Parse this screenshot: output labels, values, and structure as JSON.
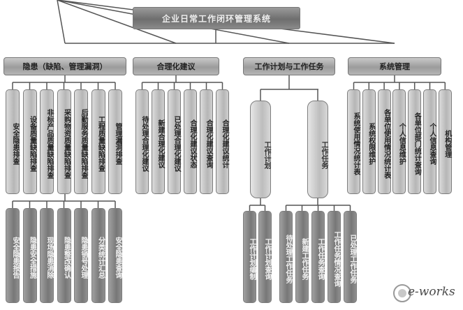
{
  "root": "企业日常工作闭环管理系统",
  "modules": {
    "m1": {
      "label": "隐患（缺陷、管理漏洞）",
      "children": [
        "安全隐患排查",
        "设备质量缺陷排查",
        "非标产品质量缺陷排查",
        "采购物资质量缺陷排查",
        "后勤服务质量缺陷排查",
        "工程质量缺陷排查",
        "管理漏洞排查"
      ],
      "grandchildren": [
        "安全隐患报告",
        "隐患安全措施",
        "现场隐患消除",
        "隐患整改确认",
        "隐患销号处理",
        "分类统计汇总",
        "安全隐患查询"
      ]
    },
    "m2": {
      "label": "合理化建议",
      "children": [
        "待处理合理化建议",
        "新建合理化建议",
        "已处理合理化建议",
        "合理化建议状态",
        "合理化建议查询",
        "合理化建议统计"
      ]
    },
    "m3": {
      "label": "工作计划与工作任务",
      "children": [
        "工作计划",
        "工作任务"
      ],
      "plan_children": [
        "工作计划编制",
        "工作计划查询"
      ],
      "task_children": [
        "待处理工作任务",
        "新建工作任务",
        "工作任务查询",
        "工作任务情况查询",
        "已处理工作任务"
      ]
    },
    "m4": {
      "label": "系统管理",
      "children": [
        "系统使用情况统计表",
        "系统权限维护",
        "各单位使用情况统计表",
        "个人信息维护",
        "各单位部门统计查询",
        "个人信息查询",
        "机构管理"
      ]
    }
  },
  "logo": {
    "text": "e-works"
  }
}
